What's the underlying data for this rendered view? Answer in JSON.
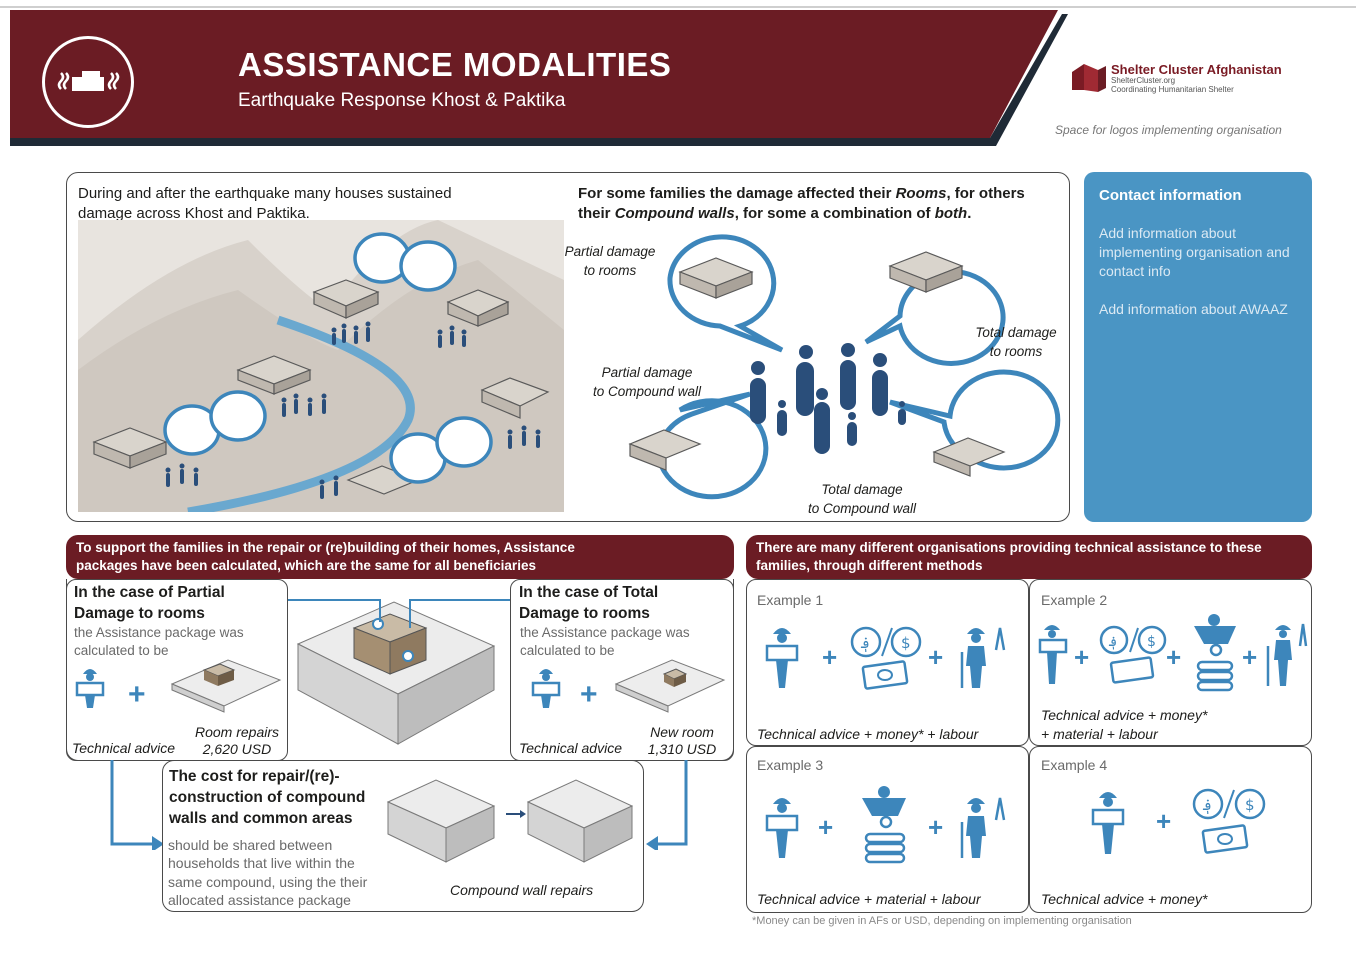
{
  "header": {
    "title": "ASSISTANCE MODALITIES",
    "subtitle": "Earthquake Response Khost & Paktika",
    "cluster_name": "Shelter Cluster Afghanistan",
    "cluster_url": "ShelterCluster.org",
    "cluster_tagline": "Coordinating Humanitarian Shelter",
    "logos_placeholder": "Space for logos implementing organisation",
    "brand_color": "#6b1c24",
    "accent_color": "#4a95c4"
  },
  "intro": {
    "left_text_line1": "During and after the earthquake many houses sustained",
    "left_text_line2": "damage across Khost and Paktika.",
    "right_text_line1_a": "For some families the damage affected their ",
    "right_text_line1_b": "Rooms",
    "right_text_line1_c": ", for others",
    "right_text_line2_a": "their ",
    "right_text_line2_b": "Compound walls",
    "right_text_line2_c": ", for some a combination of ",
    "right_text_line2_d": "both",
    "right_text_line2_e": ".",
    "label_partial_rooms_1": "Partial damage",
    "label_partial_rooms_2": "to rooms",
    "label_total_rooms_1": "Total damage",
    "label_total_rooms_2": "to rooms",
    "label_partial_wall_1": "Partial damage",
    "label_partial_wall_2": "to Compound wall",
    "label_total_wall_1": "Total damage",
    "label_total_wall_2": "to Compound wall"
  },
  "contact": {
    "title": "Contact information",
    "text1": "Add information about implementing organisation and contact info",
    "text2": "Add information about AWAAZ"
  },
  "packages": {
    "bar_line1": "To support the families in the repair or (re)building of their homes, Assistance",
    "bar_line2": "packages have been calculated, which are the same for all beneficiaries",
    "partial_title_1": "In the case of Partial",
    "partial_title_2": "Damage to rooms",
    "partial_desc_1": "the Assistance package was",
    "partial_desc_2": "calculated to be",
    "partial_tech": "Technical advice",
    "partial_repair_1": "Room repairs",
    "partial_repair_2": "2,620 USD",
    "total_title_1": "In the case of Total",
    "total_title_2": "Damage to rooms",
    "total_desc_1": "the Assistance package was",
    "total_desc_2": "calculated to be",
    "total_tech": "Technical advice",
    "total_room_1": "New room",
    "total_room_2": "1,310 USD",
    "compound_title_1": "The cost for repair/(re)-",
    "compound_title_2": "construction of compound",
    "compound_title_3": "walls and common areas",
    "compound_desc_1": "should be shared between",
    "compound_desc_2": "households that live within the",
    "compound_desc_3": "same compound, using the their",
    "compound_desc_4": "allocated assistance package",
    "compound_caption": "Compound wall repairs"
  },
  "examples": {
    "bar_line1": "There are many different organisations providing technical assistance to these",
    "bar_line2": "families, through different methods",
    "ex1_title": "Example 1",
    "ex1_caption": "Technical advice + money* + labour",
    "ex2_title": "Example 2",
    "ex2_caption_1": "Technical advice + money*",
    "ex2_caption_2": "+ material + labour",
    "ex3_title": "Example 3",
    "ex3_caption": "Technical advice + material + labour",
    "ex4_title": "Example 4",
    "ex4_caption": "Technical advice + money*",
    "plus": "+",
    "footnote": "*Money can be given in AFs or USD, depending on implementing organisation"
  },
  "icons": [
    "house-logo-icon",
    "shelter-cluster-logo-icon",
    "engineer-icon",
    "money-icon",
    "worker-icon",
    "wheelbarrow-icon",
    "people-icon",
    "speech-bubble-icon",
    "house-icon"
  ]
}
